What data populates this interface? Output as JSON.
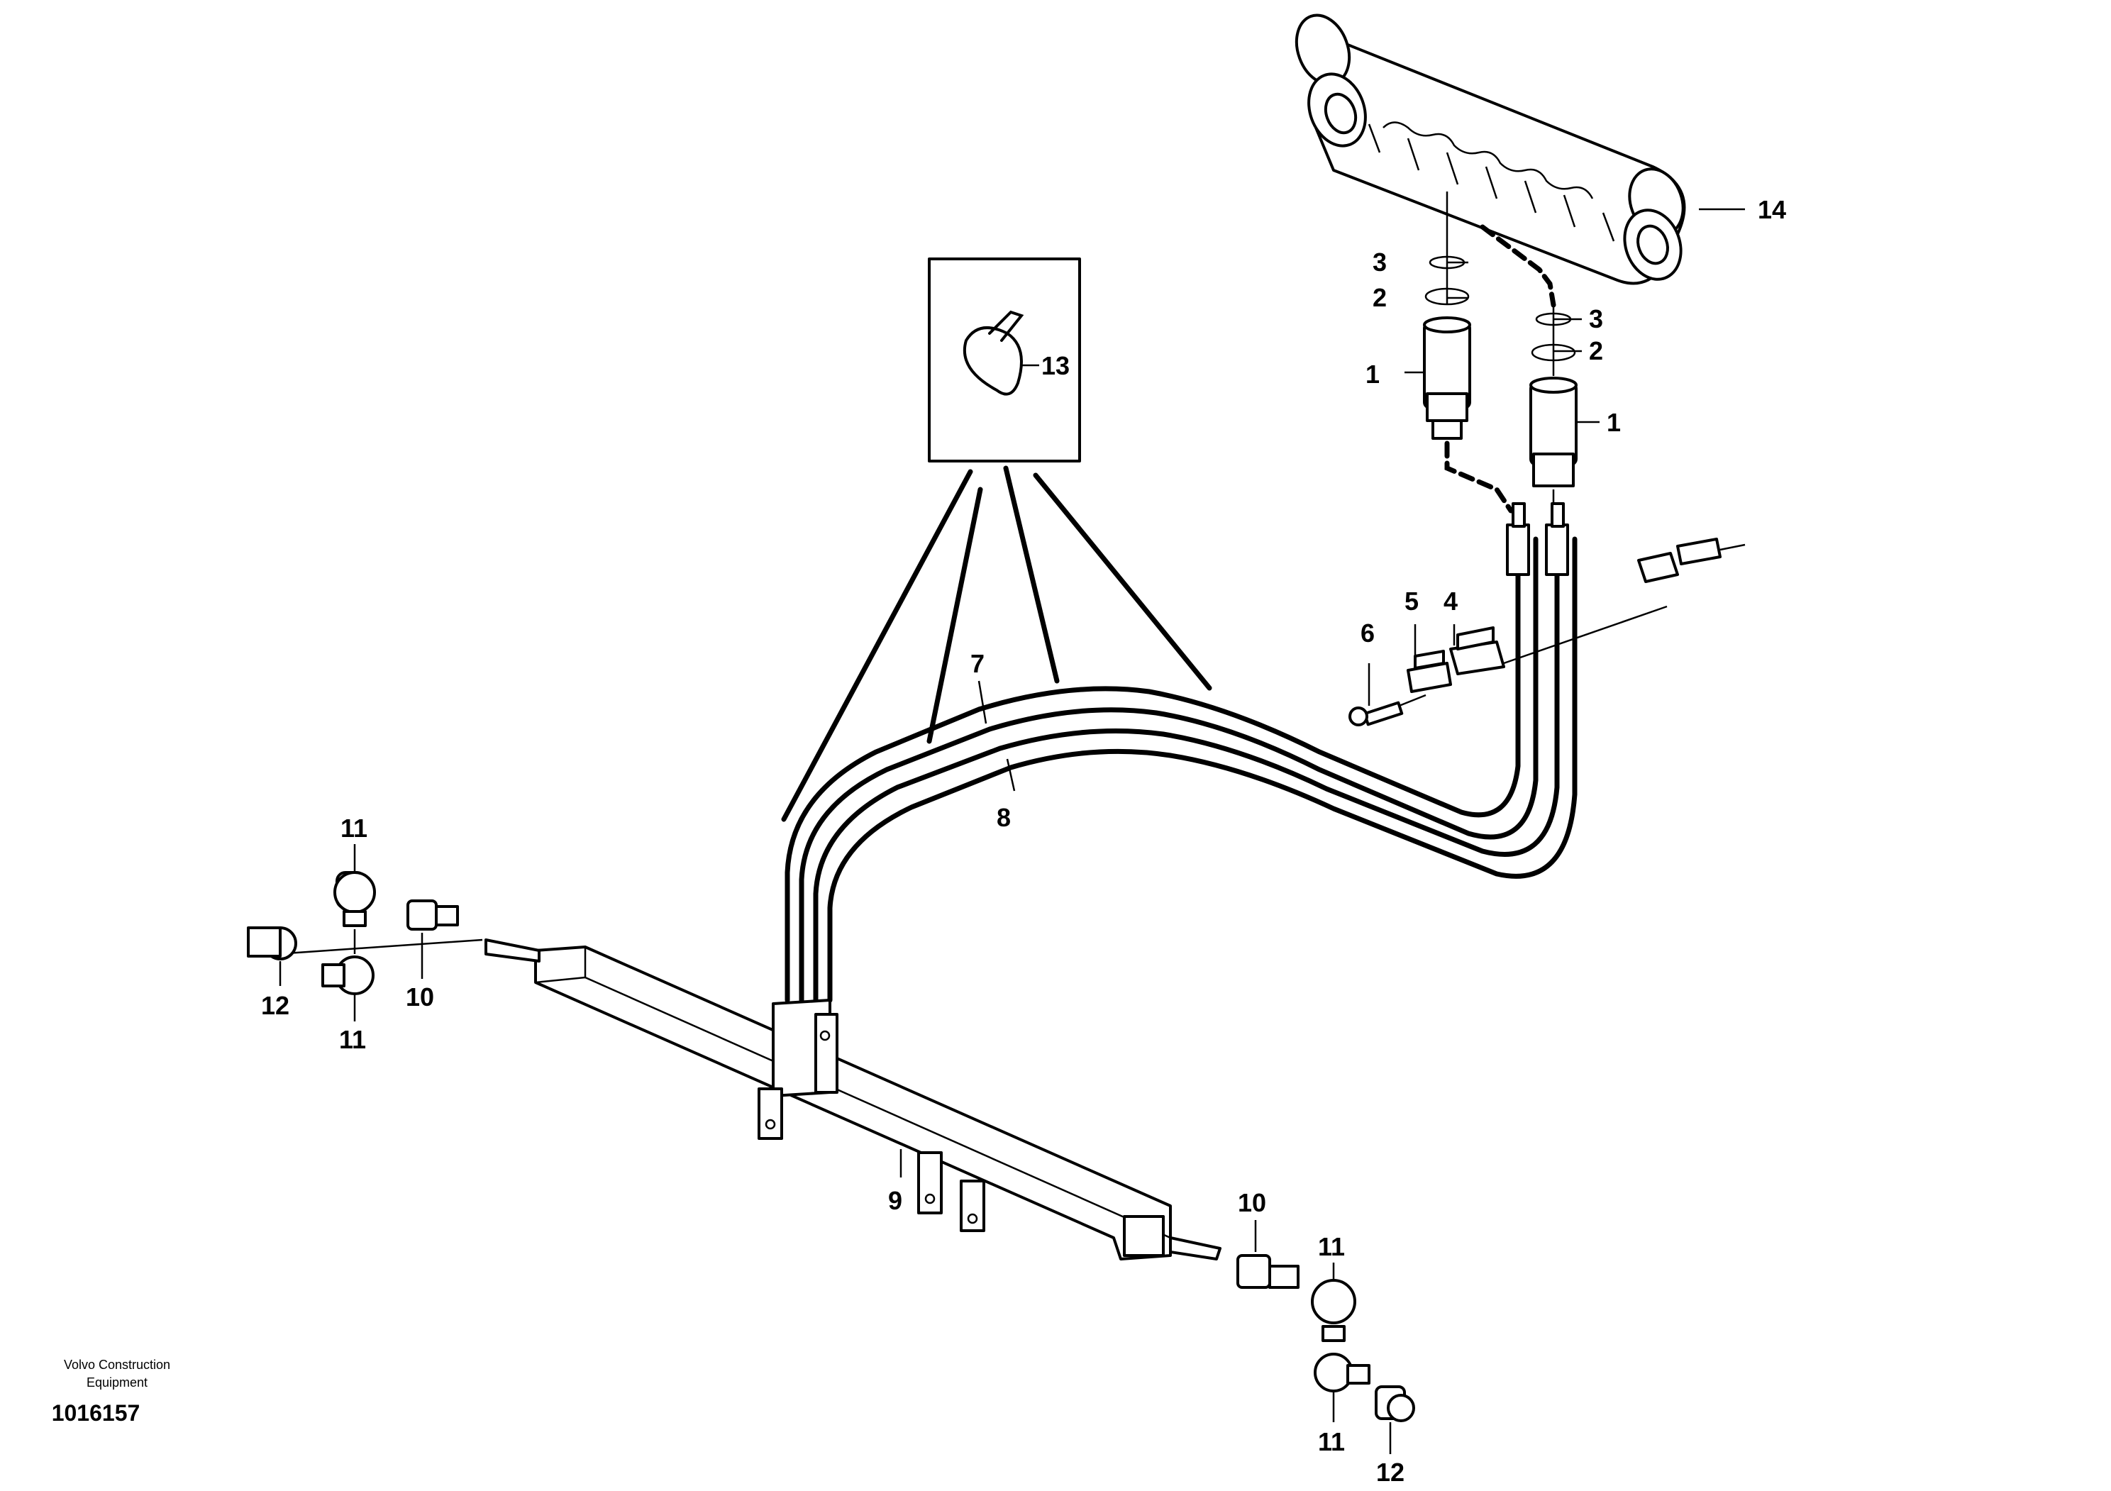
{
  "labels": {
    "l14": "14",
    "l3a": "3",
    "l2a": "2",
    "l1a": "1",
    "l3b": "3",
    "l2b": "2",
    "l1b": "1",
    "l13": "13",
    "l6": "6",
    "l5": "5",
    "l4": "4",
    "l7": "7",
    "l8": "8",
    "l11a": "11",
    "l10a": "10",
    "l12a": "12",
    "l11b": "11",
    "l9": "9",
    "l10b": "10",
    "l11c": "11",
    "l11d": "11",
    "l12b": "12"
  },
  "credit": {
    "line1": "Volvo Construction",
    "line2": "Equipment",
    "doc_number": "1016157"
  }
}
